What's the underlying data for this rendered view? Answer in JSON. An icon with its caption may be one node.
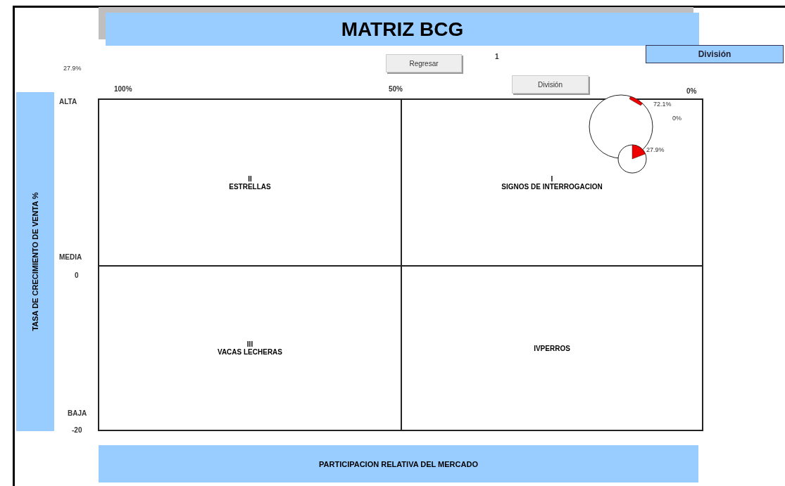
{
  "diagram": {
    "nodes": [
      {
        "text": [
          "MATRIZ BCG"
        ]
      },
      {
        "text": [
          "División"
        ]
      },
      {
        "text": [
          "Regresar"
        ]
      },
      {
        "text": [
          "División"
        ]
      },
      {
        "text": [
          "TASA DE CRECIMIENTO DE VENTA %"
        ]
      },
      {
        "text": [
          "II",
          "ESTRELLAS"
        ]
      },
      {
        "text": [
          "I",
          "SIGNOS DE INTERROGACION"
        ]
      },
      {
        "text": [
          "III",
          "VACAS LECHERAS"
        ]
      },
      {
        "text": [
          "IVPERROS"
        ]
      },
      {
        "text": [],
        "shape": "circle",
        "beside": [
          "72.1%",
          "0%"
        ]
      },
      {
        "text": [],
        "shape": "circle",
        "beside": [
          "27.9%"
        ]
      },
      {
        "text": [
          "PARTICIPACION RELATIVA DEL MERCADO"
        ]
      }
    ],
    "labels": [
      "27.9%",
      "1",
      "100%",
      "50%",
      "0%",
      "ALTA",
      "MEDIA",
      "0",
      "BAJA",
      "-20"
    ]
  }
}
